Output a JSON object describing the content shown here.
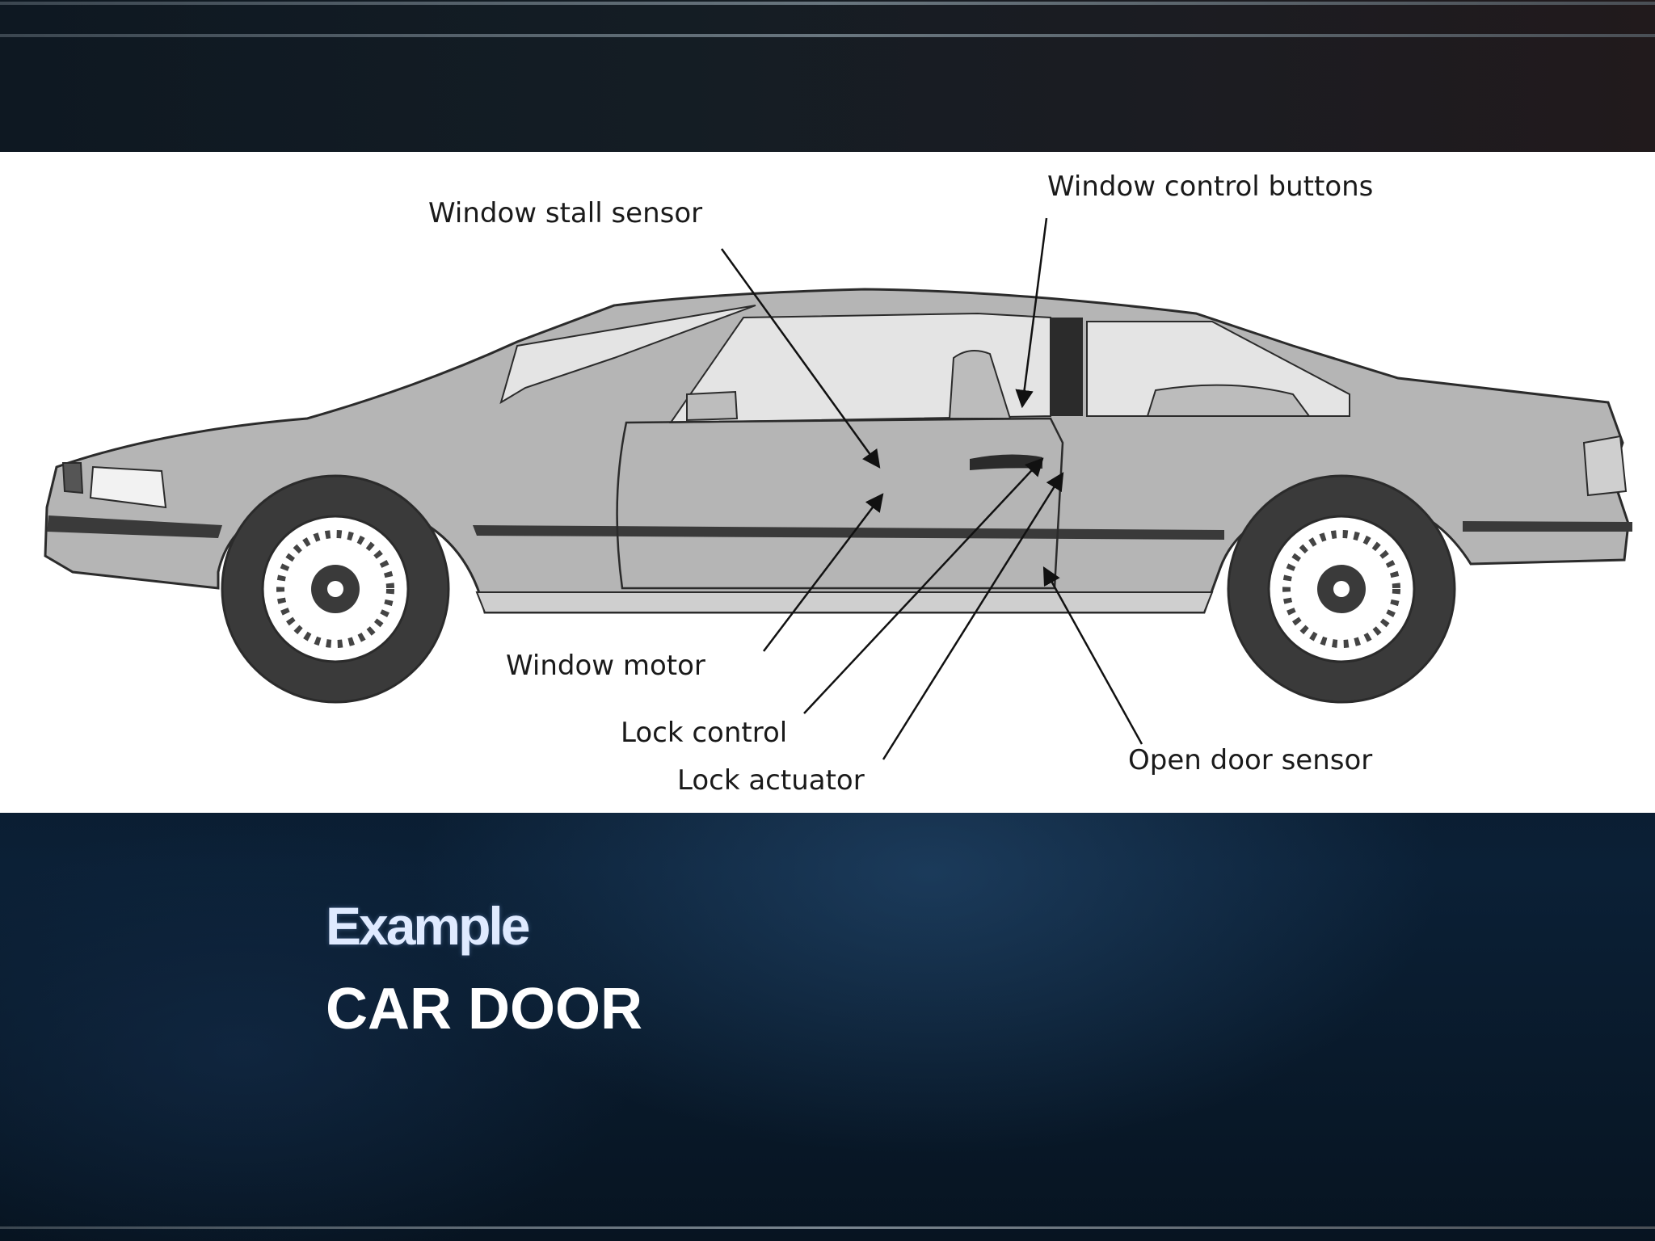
{
  "slide": {
    "title": "Example",
    "subtitle": "CAR DOOR"
  },
  "diagram": {
    "labels": {
      "window_stall_sensor": "Window stall sensor",
      "window_control_buttons": "Window control buttons",
      "window_motor": "Window motor",
      "lock_control": "Lock control",
      "lock_actuator": "Lock actuator",
      "open_door_sensor": "Open door sensor"
    },
    "colors": {
      "car_body": "#b5b5b5",
      "car_outline": "#2b2b2b",
      "glass": "#e4e4e4",
      "tire": "#3a3a3a"
    }
  }
}
